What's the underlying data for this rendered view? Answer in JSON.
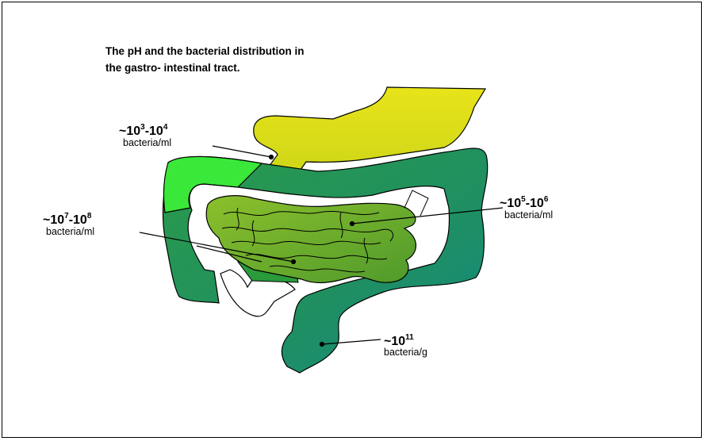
{
  "title": {
    "line1": "The pH and the bacterial distribution in",
    "line2": "the gastro- intestinal tract."
  },
  "labels": {
    "stomach": {
      "approx": "~",
      "base1": "10",
      "exp1": "3",
      "sep": "-",
      "base2": "10",
      "exp2": "4",
      "unit": "bacteria/ml"
    },
    "jejunum": {
      "approx": "~",
      "base1": "10",
      "exp1": "5",
      "sep": "-",
      "base2": "10",
      "exp2": "6",
      "unit": "bacteria/ml"
    },
    "ileum": {
      "approx": "~",
      "base1": "10",
      "exp1": "7",
      "sep": "-",
      "base2": "10",
      "exp2": "8",
      "unit": "bacteria/ml"
    },
    "colon": {
      "approx": "~",
      "base1": "10",
      "exp1": "11",
      "unit": "bacteria/g"
    }
  },
  "colors": {
    "stomach": "#e6e21a",
    "duodenum": "#d4dc18",
    "small_intestine": "#7fb52a",
    "small_intestine_dark": "#5a9a2a",
    "ascending_colon_top": "#33e62a",
    "colon": "#1f8f5a",
    "colon_end": "#138a86",
    "outline": "#000000"
  }
}
